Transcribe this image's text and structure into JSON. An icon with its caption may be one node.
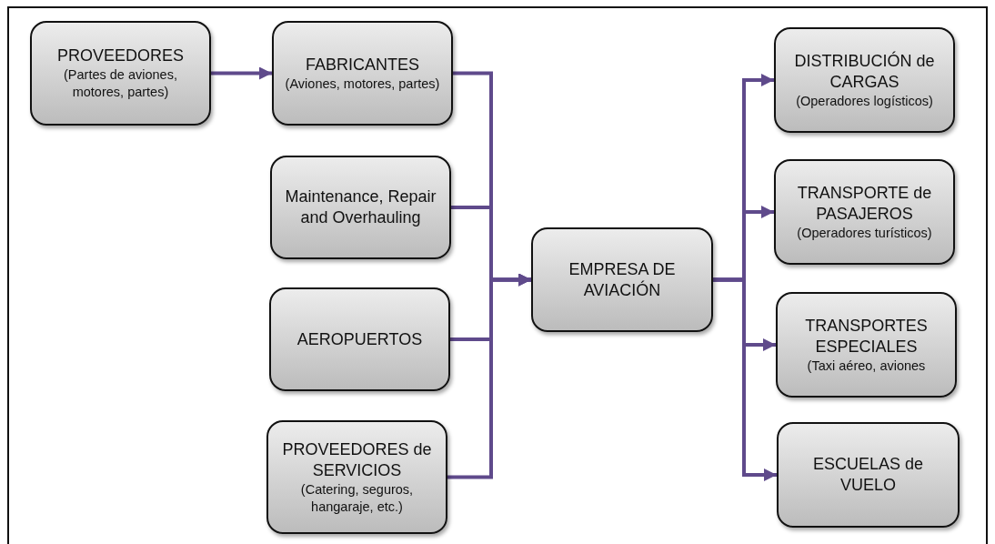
{
  "diagram": {
    "nodes": [
      {
        "text": [
          "PROVEEDORES",
          "(Partes de aviones, motores, partes)"
        ]
      },
      {
        "text": [
          "FABRICANTES",
          "(Aviones, motores, partes)"
        ]
      },
      {
        "text": [
          "Maintenance, Repair and Overhauling"
        ]
      },
      {
        "text": [
          "AEROPUERTOS"
        ]
      },
      {
        "text": [
          "PROVEEDORES de SERVICIOS",
          "(Catering, seguros, hangaraje, etc.)"
        ]
      },
      {
        "text": [
          "EMPRESA DE AVIACIÓN"
        ]
      },
      {
        "text": [
          "DISTRIBUCIÓN de CARGAS",
          "(Operadores logísticos)"
        ]
      },
      {
        "text": [
          "TRANSPORTE de PASAJEROS",
          "(Operadores turísticos)"
        ]
      },
      {
        "text": [
          "TRANSPORTES ESPECIALES",
          "(Taxi aéreo, aviones"
        ]
      },
      {
        "text": [
          "ESCUELAS de VUELO"
        ]
      }
    ],
    "edges": [
      {
        "from": 0,
        "to": 1,
        "arrow": "to"
      },
      {
        "from": 1,
        "to": 5,
        "arrow": "to"
      },
      {
        "from": 2,
        "to": 5,
        "arrow": "to"
      },
      {
        "from": 3,
        "to": 5,
        "arrow": "to"
      },
      {
        "from": 4,
        "to": 5,
        "arrow": "to"
      },
      {
        "from": 5,
        "to": 6,
        "arrow": "to"
      },
      {
        "from": 5,
        "to": 7,
        "arrow": "to"
      },
      {
        "from": 5,
        "to": 8,
        "arrow": "to"
      },
      {
        "from": 5,
        "to": 9,
        "arrow": "to"
      }
    ]
  }
}
